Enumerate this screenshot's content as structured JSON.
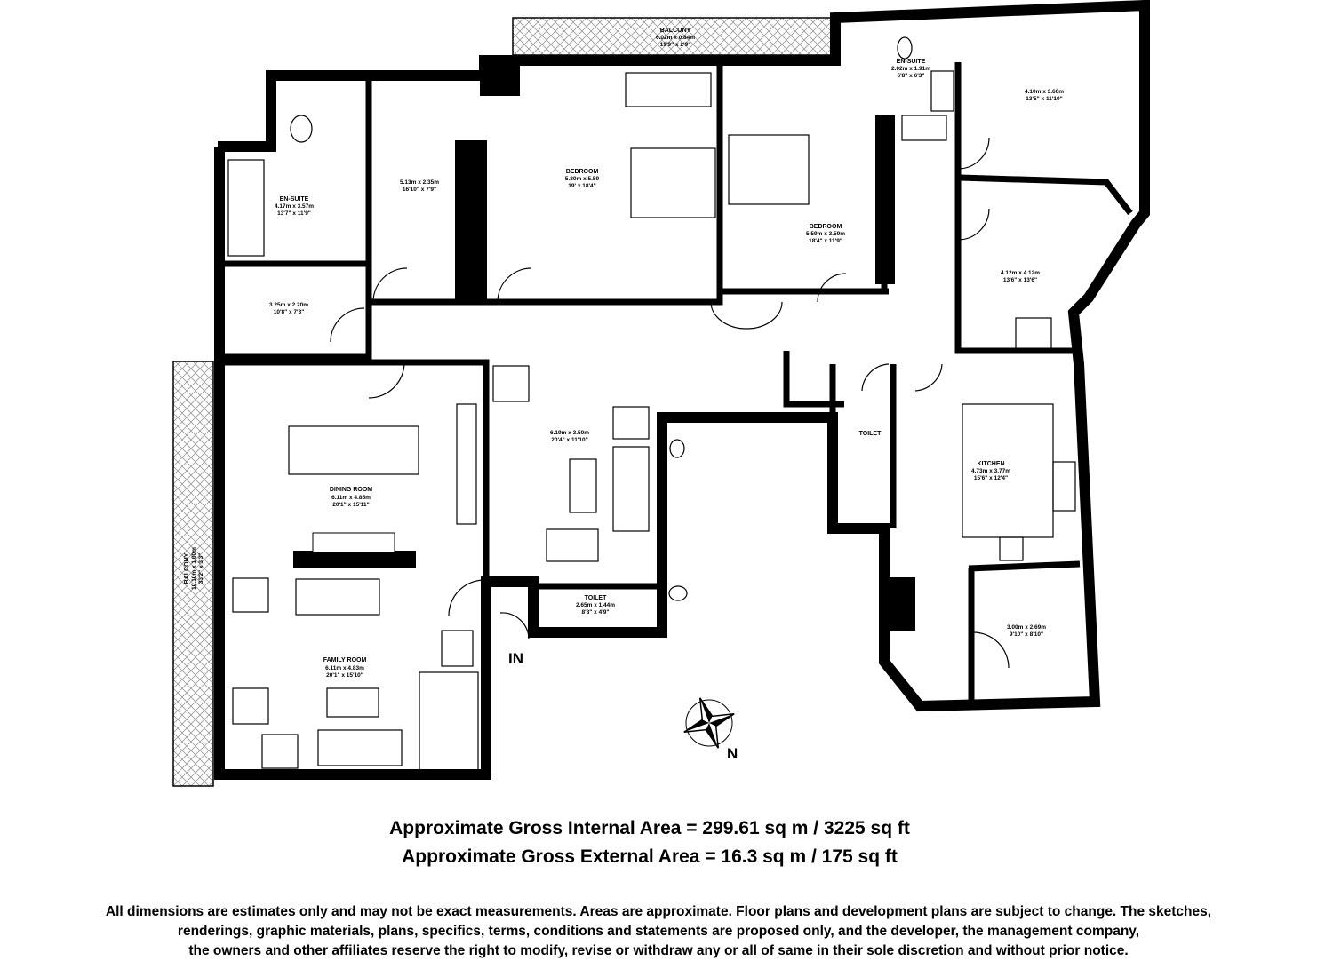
{
  "rooms": [
    {
      "name": "BALCONY",
      "metric": "6.02m x 0.84m",
      "imperial": "19'9\" x 2'9\""
    },
    {
      "name": "EN-SUITE",
      "metric": "2.02m x 1.91m",
      "imperial": "6'8\" x 6'3\""
    },
    {
      "name": "",
      "metric": "4.10m x 3.60m",
      "imperial": "13'5\" x 11'10\""
    },
    {
      "name": "BEDROOM",
      "metric": "5.80m x 5.59",
      "imperial": "19' x 18'4\""
    },
    {
      "name": "",
      "metric": "5.13m x 2.35m",
      "imperial": "16'10\" x 7'9\""
    },
    {
      "name": "EN-SUITE",
      "metric": "4.17m x 3.57m",
      "imperial": "13'7\" x 11'9\""
    },
    {
      "name": "BEDROOM",
      "metric": "5.59m x 3.59m",
      "imperial": "18'4\" x 11'9\""
    },
    {
      "name": "",
      "metric": "4.12m x 4.12m",
      "imperial": "13'6\" x 13'6\""
    },
    {
      "name": "",
      "metric": "3.25m x 2.20m",
      "imperial": "10'8\" x 7'3\""
    },
    {
      "name": "",
      "metric": "6.19m x 3.50m",
      "imperial": "20'4\" x 11'10\""
    },
    {
      "name": "TOILET",
      "metric": "",
      "imperial": ""
    },
    {
      "name": "KITCHEN",
      "metric": "4.73m x 3.77m",
      "imperial": "15'6\" x 12'4\""
    },
    {
      "name": "DINING ROOM",
      "metric": "6.11m x 4.85m",
      "imperial": "20'1\" x 15'11\""
    },
    {
      "name": "BALCONY",
      "metric": "10.10m x 1.00m",
      "imperial": "33'2\" x 3'3\""
    },
    {
      "name": "TOILET",
      "metric": "2.65m x 1.44m",
      "imperial": "8'8\" x 4'9\""
    },
    {
      "name": "FAMILY ROOM",
      "metric": "6.11m x 4.83m",
      "imperial": "20'1\" x 15'10\""
    },
    {
      "name": "",
      "metric": "3.00m x 2.69m",
      "imperial": "9'10\" x 8'10\""
    }
  ],
  "entrance_label": "IN",
  "compass_label": "N",
  "areas": {
    "internal": "Approximate Gross Internal Area = 299.61 sq m / 3225 sq ft",
    "external": "Approximate Gross External Area = 16.3 sq m / 175 sq ft"
  },
  "disclaimer": [
    "All dimensions are estimates only and may not be exact measurements. Areas are approximate. Floor plans and development plans are subject to change. The sketches,",
    "renderings, graphic materials, plans, specifics, terms, conditions and statements are proposed only, and the developer, the management company,",
    "the owners and other affiliates reserve the right to modify, revise or withdraw any or all of same in their sole discretion and without prior notice."
  ]
}
